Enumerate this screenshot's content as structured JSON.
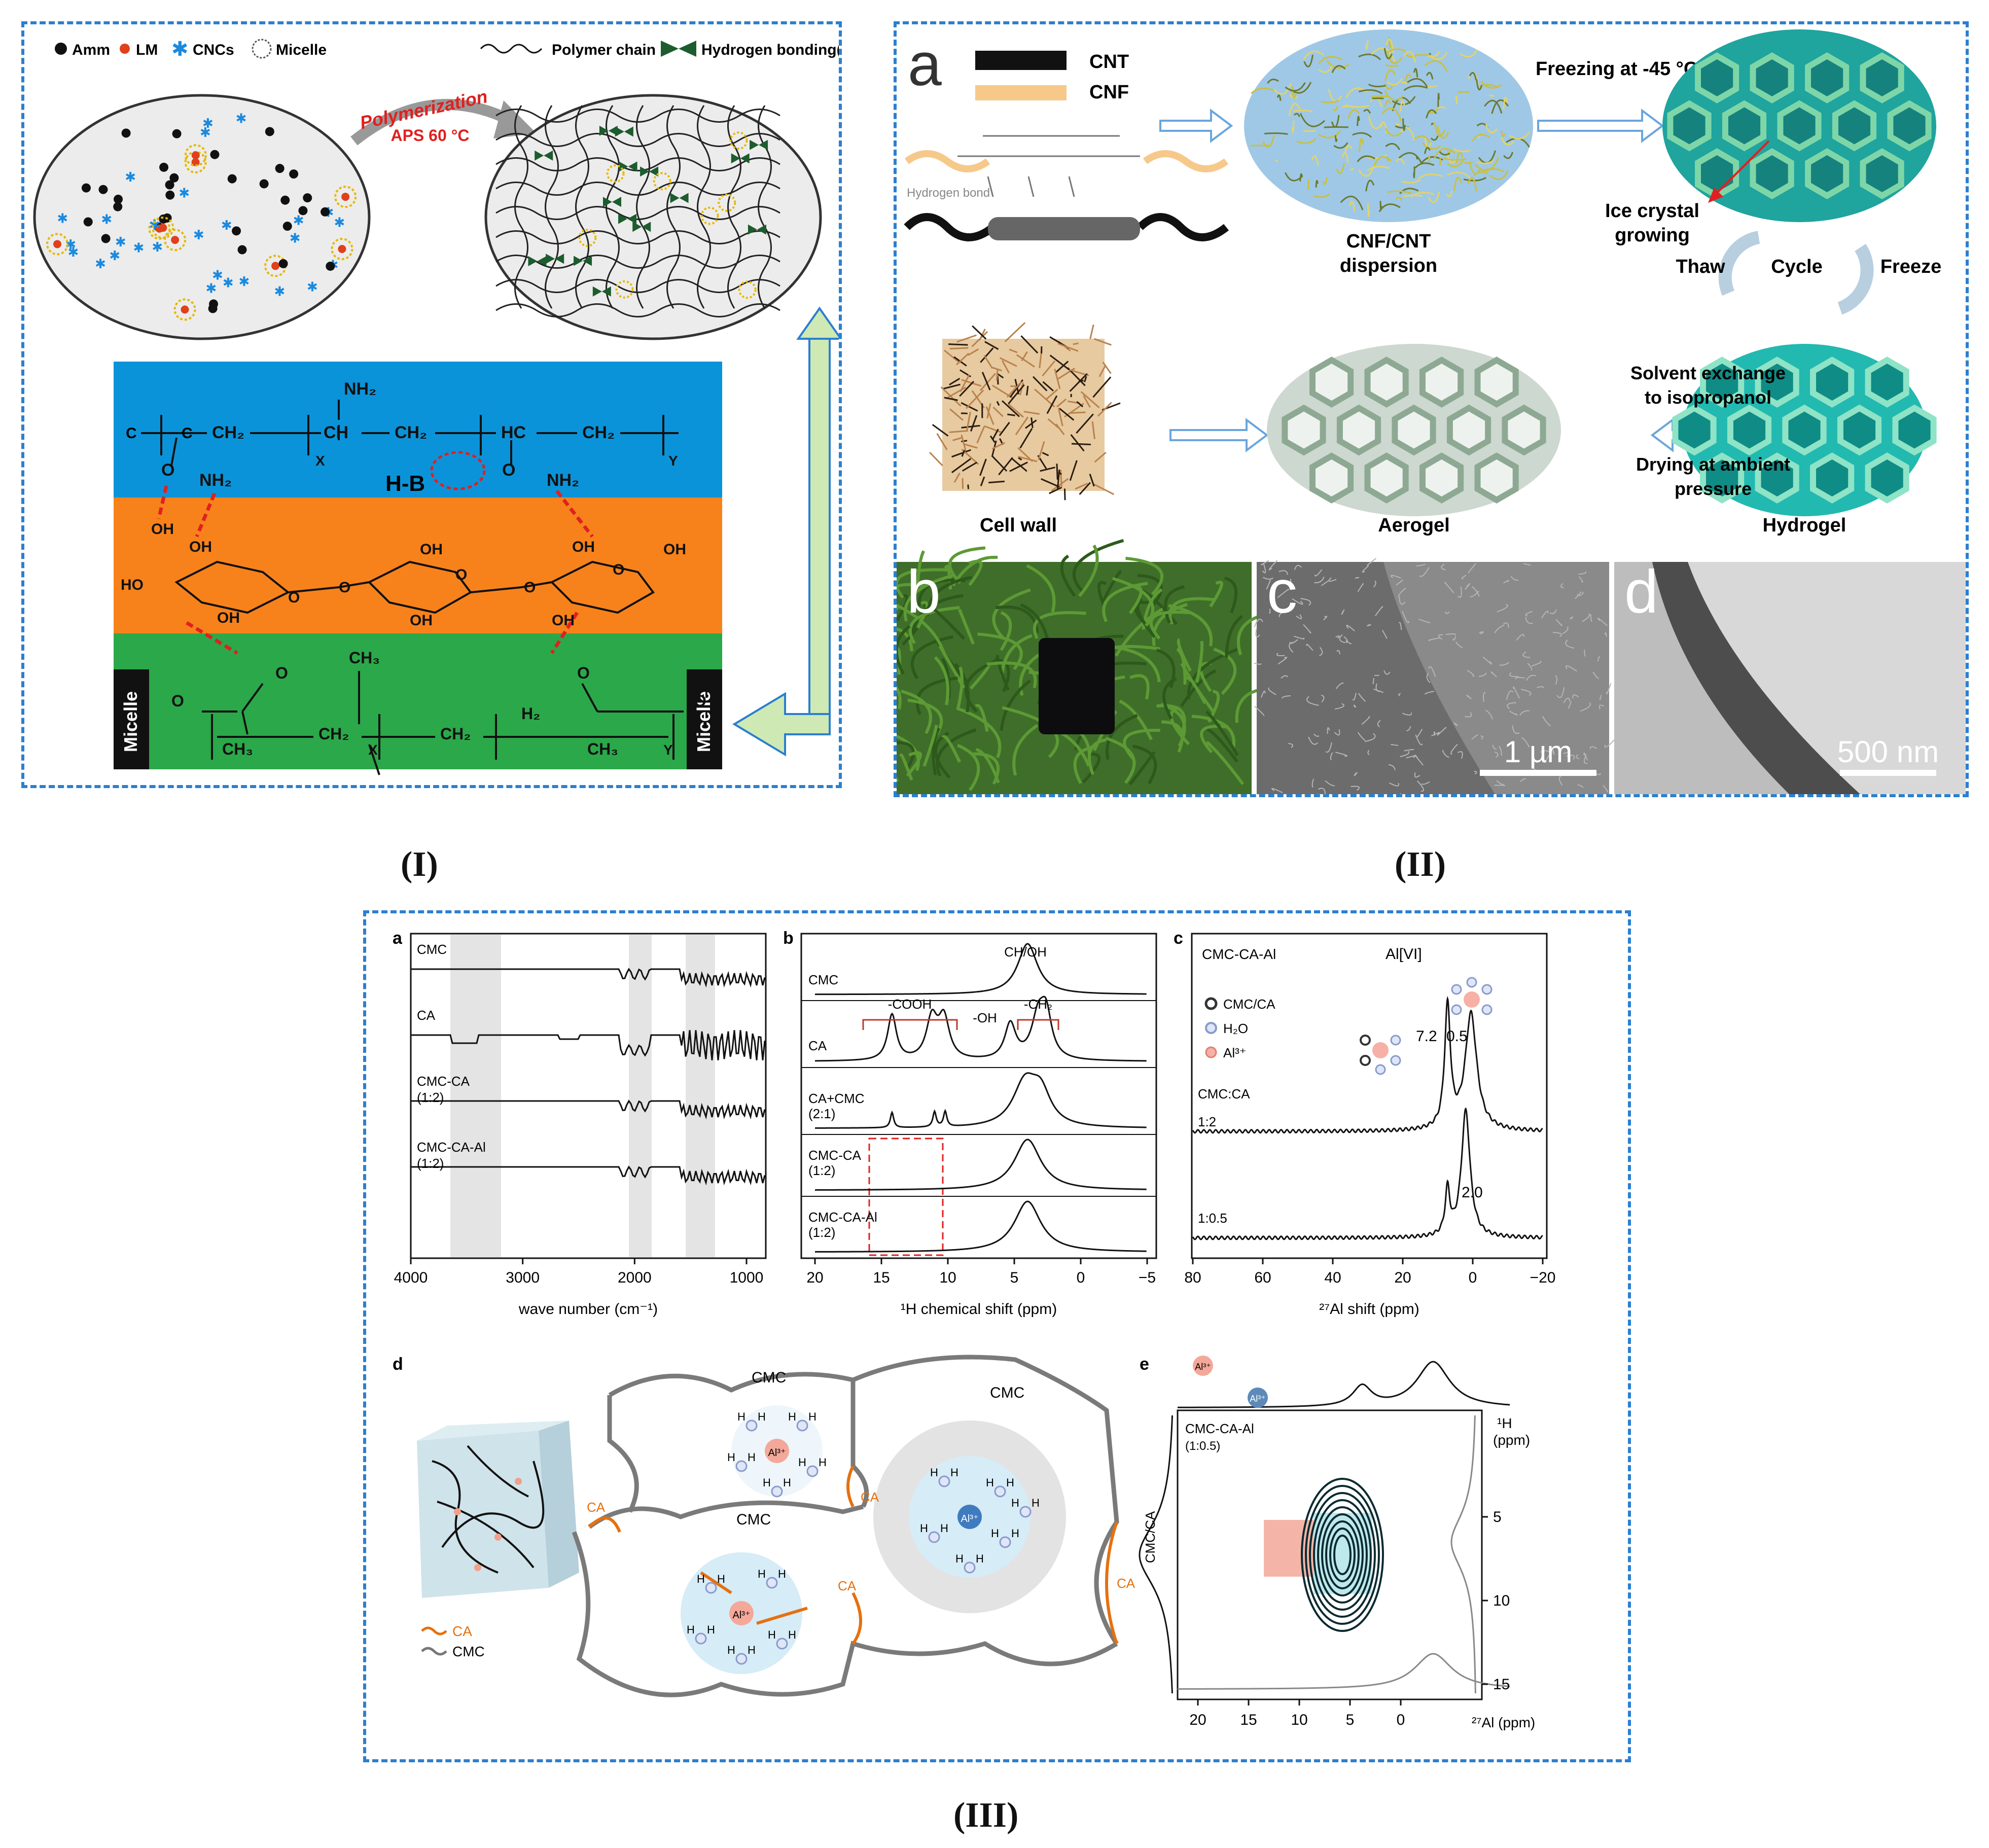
{
  "captions": {
    "p1": "(I)",
    "p2": "(II)",
    "p3": "(III)"
  },
  "panel1": {
    "legend": {
      "amm": "Amm",
      "lm": "LM",
      "cncs": "CNCs",
      "micelle": "Micelle",
      "polymer_chain": "Polymer chain",
      "hbond": "Hydrogen bonding(H.B)"
    },
    "arrow_top": "Polymerization",
    "arrow_bottom": "APS  60 °C",
    "hb_label": "H-B",
    "micelle_left": "Micelle",
    "micelle_right": "Micelle",
    "chem": {
      "nh2_top": "NH₂",
      "ch2_1": "CH₂",
      "ch": "CH",
      "ch2_2": "CH₂",
      "hc": "HC",
      "ch2_3": "CH₂",
      "x1": "X",
      "y1": "Y",
      "o1": "O",
      "nh2_a": "NH₂",
      "o2": "O",
      "nh2_b": "NH₂",
      "oh": "OH",
      "ho": "HO",
      "o": "O",
      "ch3": "CH₃",
      "h2": "H₂",
      "x2": "X",
      "y2": "Y",
      "c": "C"
    },
    "colors": {
      "blue": "#0b93d9",
      "orange": "#f7821b",
      "green": "#2ba84a"
    }
  },
  "panel2": {
    "a_label": "a",
    "cnt": "CNT",
    "cnf": "CNF",
    "hbond_text": "Hydrogen bond",
    "freezing": "Freezing at -45 °C",
    "ice1": "Ice crystal",
    "ice2": "growing",
    "thaw": "Thaw",
    "cycle": "Cycle",
    "freeze": "Freeze",
    "disp1": "CNF/CNT",
    "disp2": "dispersion",
    "solvent1": "Solvent exchange",
    "solvent2": "to isopropanol",
    "drying1": "Drying at ambient",
    "drying2": "pressure",
    "cell_wall": "Cell wall",
    "aerogel": "Aerogel",
    "hydrogel": "Hydrogel",
    "b_label": "b",
    "c_label": "c",
    "d_label": "d",
    "scale_c": "1 µm",
    "scale_d": "500 nm"
  },
  "panel3": {
    "a": {
      "label": "a",
      "xlabel": "wave number (cm⁻¹)",
      "ticks": [
        "4000",
        "3000",
        "2000",
        "1000"
      ],
      "traces": [
        "CMC",
        "CA",
        "CMC-CA",
        "(1:2)",
        "CMC-CA-Al",
        "(1:2)"
      ]
    },
    "b": {
      "label": "b",
      "xlabel": "¹H chemical shift (ppm)",
      "ticks": [
        "20",
        "15",
        "10",
        "5",
        "0",
        "−5"
      ],
      "peaks": [
        "CH/OH",
        "-COOH",
        "-OH",
        "-CH₂"
      ],
      "traces": [
        "CMC",
        "CA",
        "CA+CMC",
        "(2:1)",
        "CMC-CA",
        "(1:2)",
        "CMC-CA-Al",
        "(1:2)"
      ]
    },
    "c": {
      "label": "c",
      "xlabel": "²⁷Al shift (ppm)",
      "ticks": [
        "80",
        "60",
        "40",
        "20",
        "0",
        "−20"
      ],
      "title": "CMC-CA-Al",
      "alvi": "Al[VI]",
      "legend": [
        "CMC/CA",
        "H₂O",
        "Al³⁺"
      ],
      "ratio_title": "CMC:CA",
      "r1": "1:2",
      "r2": "1:0.5",
      "v72": "7.2",
      "v05": "0.5",
      "v20": "2.0"
    },
    "d": {
      "label": "d",
      "cmc": "CMC",
      "ca": "CA",
      "al": "Al³⁺",
      "h": "H",
      "legend_ca": "CA",
      "legend_cmc": "CMC"
    },
    "e": {
      "label": "e",
      "title": "CMC-CA-Al",
      "subtitle": "(1:0.5)",
      "ylabel_left": "CMC/CA",
      "yunit1": "¹H",
      "yunit2": "(ppm)",
      "yticks": [
        "5",
        "10",
        "15"
      ],
      "xticks": [
        "20",
        "15",
        "10",
        "5",
        "0"
      ],
      "xunit": "²⁷Al (ppm)",
      "al": "Al³⁺"
    }
  }
}
